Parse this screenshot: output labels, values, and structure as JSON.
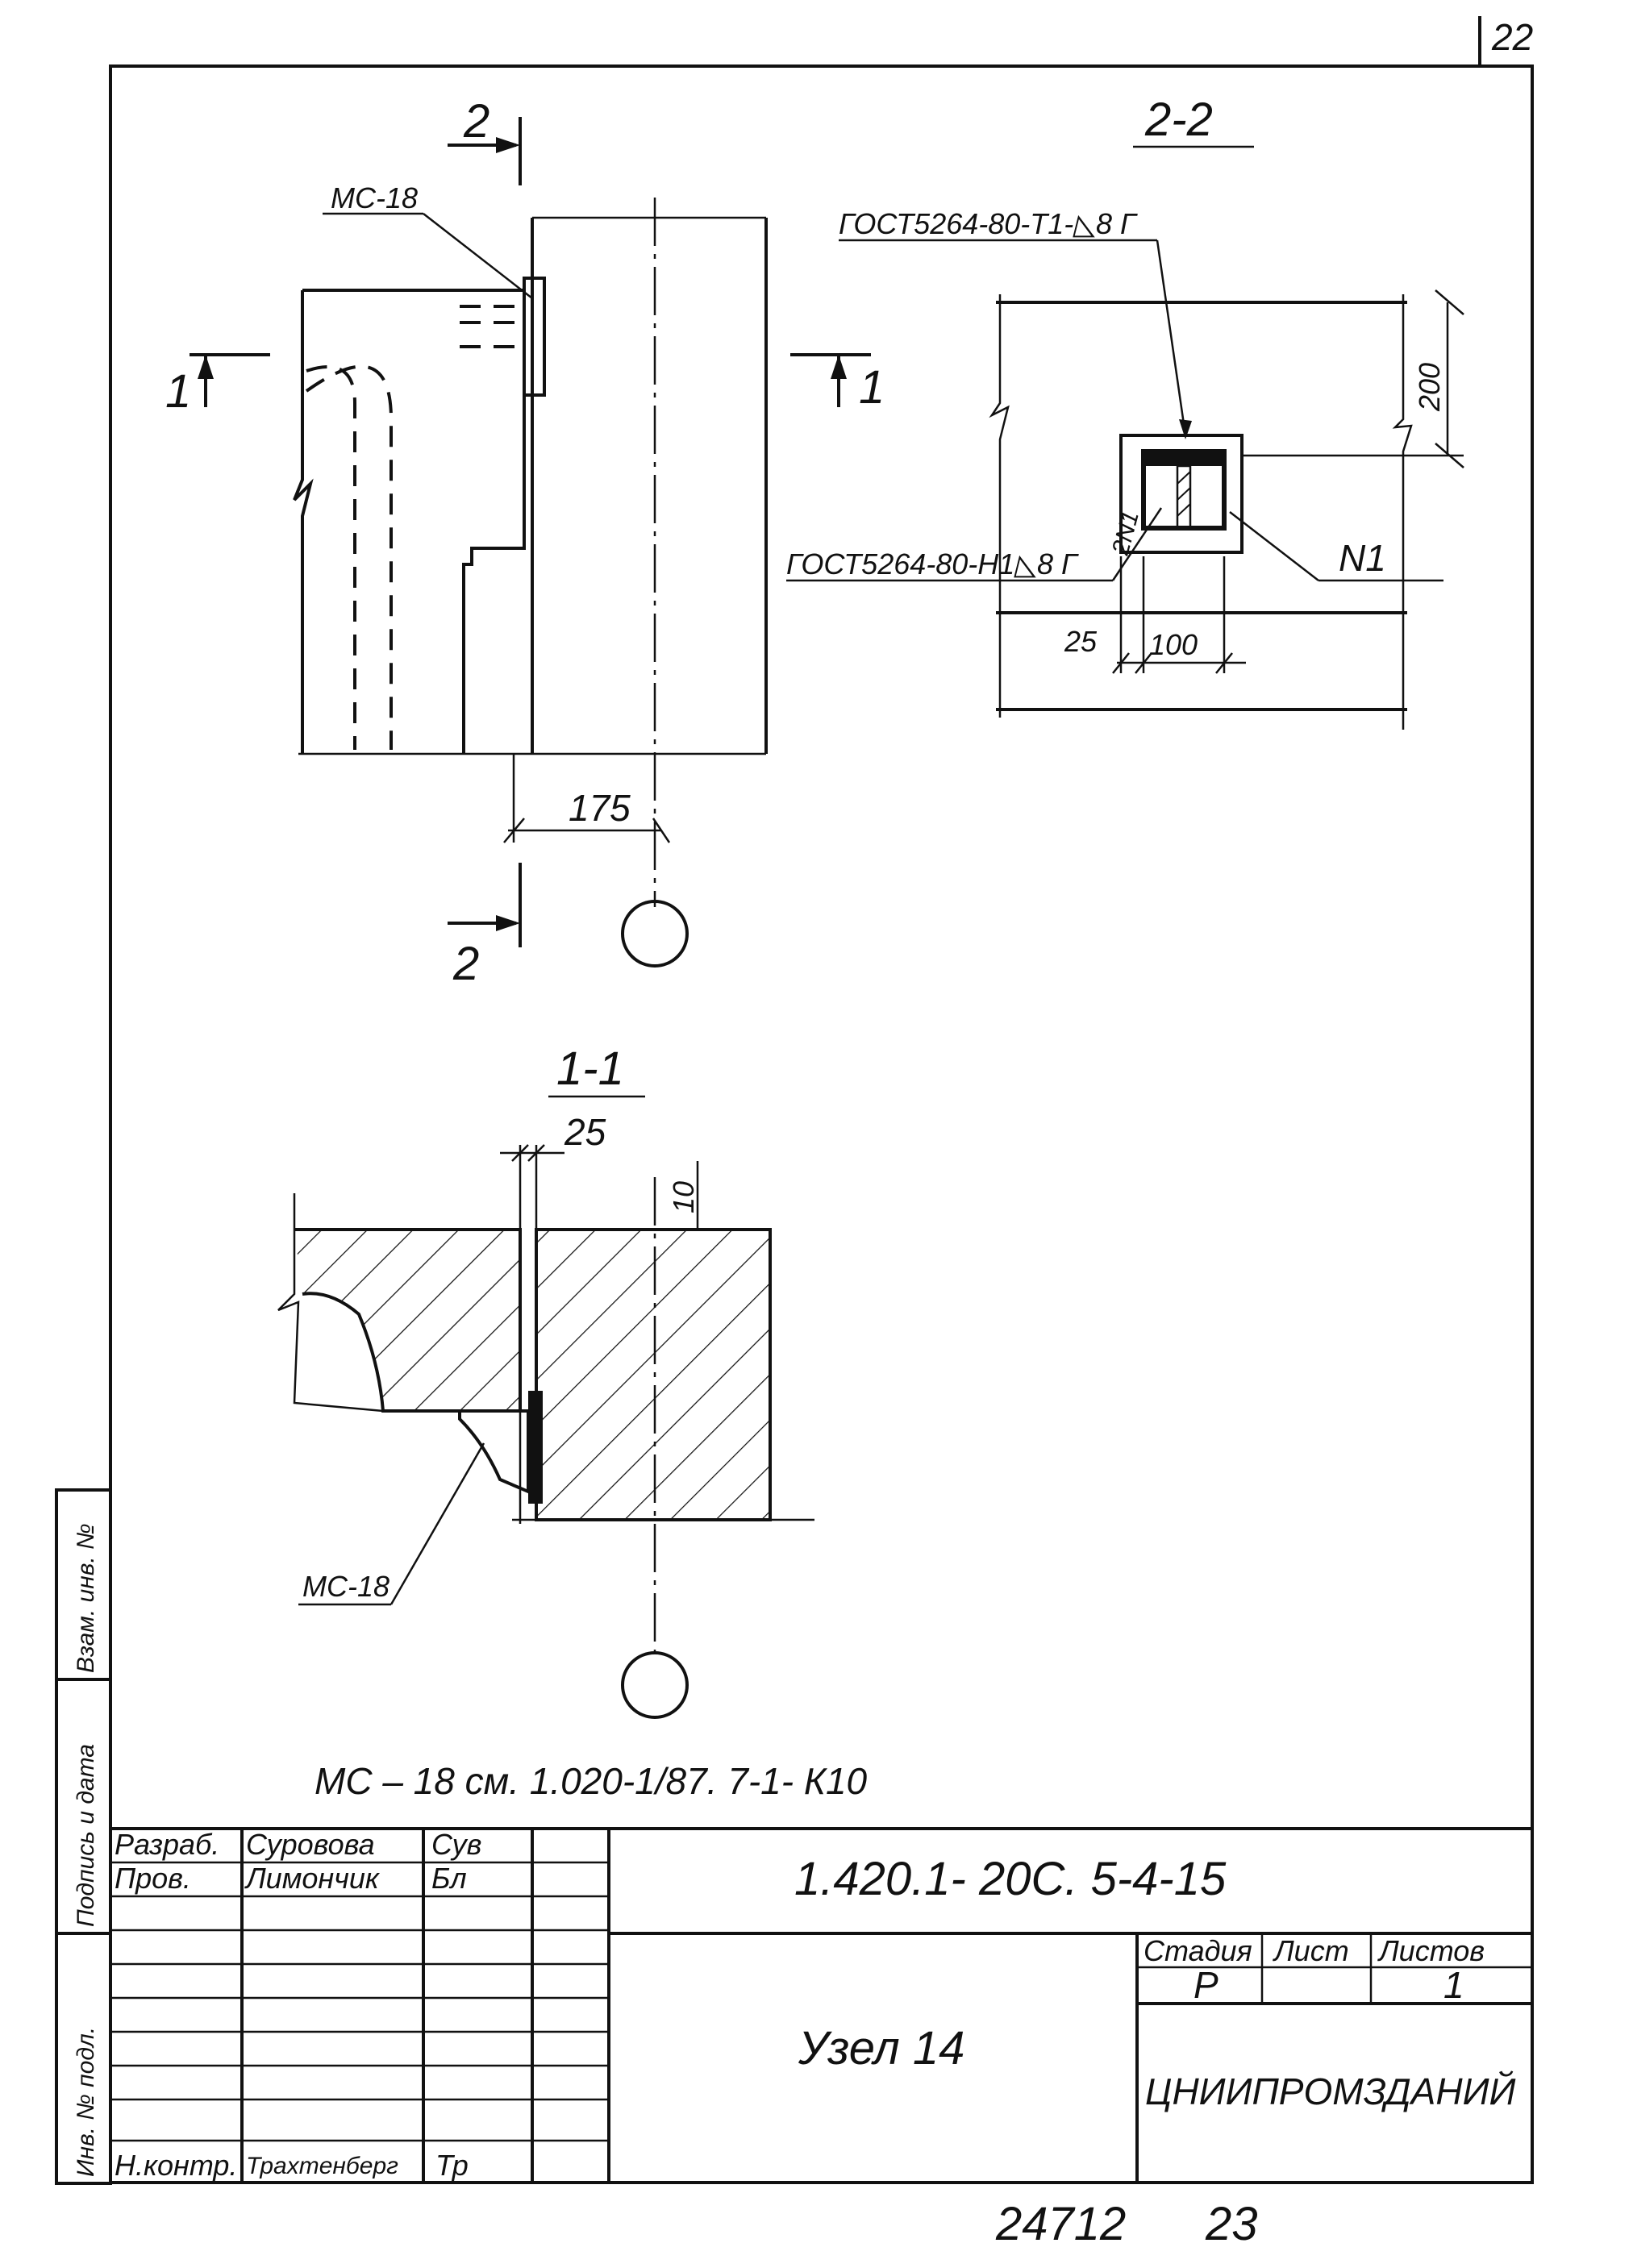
{
  "sheet_number": "22",
  "views": {
    "elevation": {
      "section_mark_2": "2",
      "section_mark_1": "1",
      "callout": "МС-18",
      "dim_175": "175"
    },
    "section_2_2": {
      "title": "2-2",
      "weld_top": "ГОСТ5264-80-Т1-◺8 Г",
      "weld_left": "ГОСТ5264-80-Н1◺8 Г",
      "weld_left_prefix": "2N1",
      "part": "N1",
      "dim_200": "200",
      "dim_25": "25",
      "dim_100": "100"
    },
    "section_1_1": {
      "title": "1-1",
      "dim_25": "25",
      "dim_10": "10",
      "callout": "МС-18"
    }
  },
  "note": "МС – 18 см. 1.020-1/87. 7-1- К10",
  "title_block": {
    "rows": [
      {
        "role": "Разраб.",
        "name": "Суровова",
        "sign": "Сув"
      },
      {
        "role": "Пров.",
        "name": "Лимончик",
        "sign": "Бл"
      },
      {
        "role": "",
        "name": "",
        "sign": ""
      },
      {
        "role": "",
        "name": "",
        "sign": ""
      },
      {
        "role": "",
        "name": "",
        "sign": ""
      },
      {
        "role": "",
        "name": "",
        "sign": ""
      },
      {
        "role": "Н.контр.",
        "name": "Трахтенберг",
        "sign": "Тр"
      }
    ],
    "code": "1.420.1- 20С. 5-4-15",
    "name": "Узел 14",
    "stage_label": "Стадия",
    "sheet_label": "Лист",
    "sheets_label": "Листов",
    "stage": "Р",
    "sheet": "",
    "sheets": "1",
    "organization": "ЦНИИПРОМЗДАНИЙ"
  },
  "side_stamp": {
    "inv_orig": "Инв. № подл.",
    "sign_date": "Подпись и дата",
    "inv_repl": "Взам. инв. №"
  },
  "footer": {
    "archive": "24712",
    "page": "23"
  }
}
